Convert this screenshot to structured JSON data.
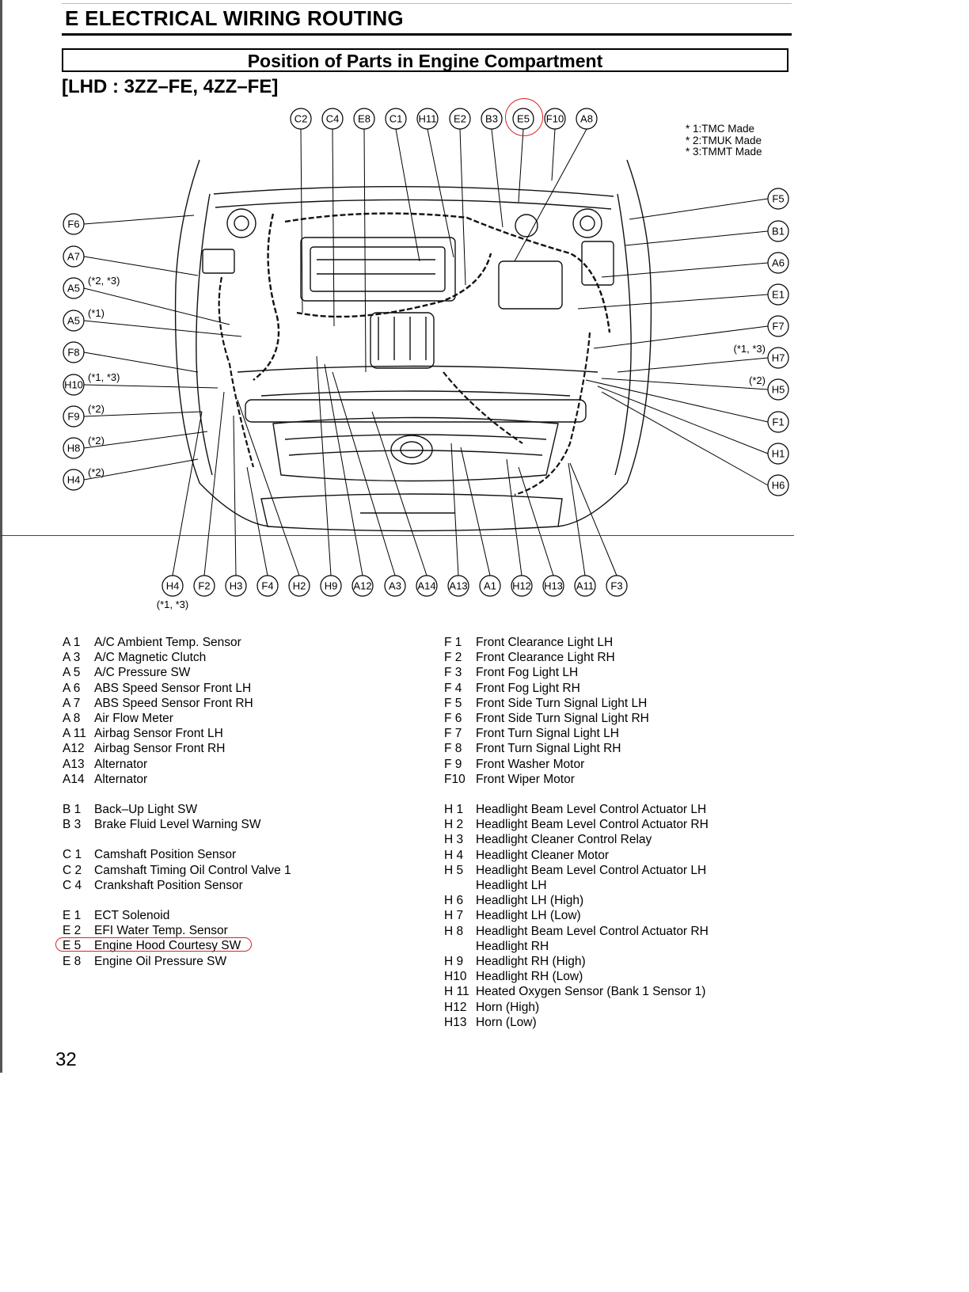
{
  "header": {
    "section": "E  ELECTRICAL WIRING ROUTING",
    "title": "Position of Parts in Engine Compartment",
    "subtitle": "[LHD : 3ZZ–FE, 4ZZ–FE]"
  },
  "notes": [
    "* 1:TMC Made",
    "* 2:TMUK Made",
    "* 3:TMMT Made"
  ],
  "callouts": {
    "top": [
      "C2",
      "C4",
      "E8",
      "C1",
      "H11",
      "E2",
      "B3",
      "E5",
      "F10",
      "A8"
    ],
    "left": [
      {
        "code": "F6",
        "note": ""
      },
      {
        "code": "A7",
        "note": ""
      },
      {
        "code": "A5",
        "note": "(*2, *3)"
      },
      {
        "code": "A5",
        "note": "(*1)"
      },
      {
        "code": "F8",
        "note": ""
      },
      {
        "code": "H10",
        "note": "(*1, *3)"
      },
      {
        "code": "F9",
        "note": "(*2)"
      },
      {
        "code": "H8",
        "note": "(*2)"
      },
      {
        "code": "H4",
        "note": "(*2)"
      }
    ],
    "right": [
      {
        "code": "F5",
        "note": ""
      },
      {
        "code": "B1",
        "note": ""
      },
      {
        "code": "A6",
        "note": ""
      },
      {
        "code": "E1",
        "note": ""
      },
      {
        "code": "F7",
        "note": ""
      },
      {
        "code": "H7",
        "note": "(*1, *3)"
      },
      {
        "code": "H5",
        "note": "(*2)"
      },
      {
        "code": "F1",
        "note": ""
      },
      {
        "code": "H1",
        "note": ""
      },
      {
        "code": "H6",
        "note": ""
      }
    ],
    "bottom": [
      "H4",
      "F2",
      "H3",
      "F4",
      "H2",
      "H9",
      "A12",
      "A3",
      "A14",
      "A13",
      "A1",
      "H12",
      "H13",
      "A11",
      "F3"
    ],
    "bottom_note": "(*1, *3)"
  },
  "legend_left": [
    [
      "A  1",
      "A/C Ambient Temp. Sensor"
    ],
    [
      "A  3",
      "A/C Magnetic Clutch"
    ],
    [
      "A  5",
      "A/C Pressure SW"
    ],
    [
      "A  6",
      "ABS Speed Sensor Front LH"
    ],
    [
      "A  7",
      "ABS Speed Sensor Front RH"
    ],
    [
      "A  8",
      "Air Flow Meter"
    ],
    [
      "A 11",
      "Airbag Sensor Front LH"
    ],
    [
      "A12",
      "Airbag Sensor Front RH"
    ],
    [
      "A13",
      "Alternator"
    ],
    [
      "A14",
      "Alternator"
    ],
    null,
    [
      "B  1",
      "Back–Up Light SW"
    ],
    [
      "B  3",
      "Brake Fluid Level Warning SW"
    ],
    null,
    [
      "C  1",
      "Camshaft Position Sensor"
    ],
    [
      "C  2",
      "Camshaft Timing Oil Control Valve 1"
    ],
    [
      "C  4",
      "Crankshaft Position Sensor"
    ],
    null,
    [
      "E  1",
      "ECT Solenoid"
    ],
    [
      "E  2",
      "EFI Water Temp. Sensor"
    ],
    [
      "E  5",
      "Engine Hood Courtesy SW"
    ],
    [
      "E  8",
      "Engine Oil Pressure SW"
    ]
  ],
  "legend_right": [
    [
      "F  1",
      "Front Clearance Light LH"
    ],
    [
      "F  2",
      "Front Clearance Light RH"
    ],
    [
      "F  3",
      "Front Fog Light LH"
    ],
    [
      "F  4",
      "Front Fog Light RH"
    ],
    [
      "F  5",
      "Front Side Turn Signal Light LH"
    ],
    [
      "F  6",
      "Front Side Turn Signal Light RH"
    ],
    [
      "F  7",
      "Front Turn Signal Light LH"
    ],
    [
      "F  8",
      "Front Turn Signal Light RH"
    ],
    [
      "F  9",
      "Front Washer Motor"
    ],
    [
      "F10",
      "Front Wiper Motor"
    ],
    null,
    [
      "H  1",
      "Headlight Beam Level Control Actuator LH"
    ],
    [
      "H  2",
      "Headlight Beam Level Control Actuator RH"
    ],
    [
      "H  3",
      "Headlight Cleaner Control Relay"
    ],
    [
      "H  4",
      "Headlight Cleaner Motor"
    ],
    [
      "H  5",
      "Headlight Beam Level Control Actuator LH"
    ],
    [
      "",
      "Headlight LH"
    ],
    [
      "H  6",
      "Headlight LH (High)"
    ],
    [
      "H  7",
      "Headlight LH (Low)"
    ],
    [
      "H  8",
      "Headlight Beam Level Control Actuator RH"
    ],
    [
      "",
      "Headlight RH"
    ],
    [
      "H  9",
      "Headlight RH (High)"
    ],
    [
      "H10",
      "Headlight RH (Low)"
    ],
    [
      "H 11",
      "Heated Oxygen Sensor (Bank 1 Sensor 1)"
    ],
    [
      "H12",
      "Horn (High)"
    ],
    [
      "H13",
      "Horn (Low)"
    ]
  ],
  "page_number": "32",
  "highlight_color": "#dd2222"
}
